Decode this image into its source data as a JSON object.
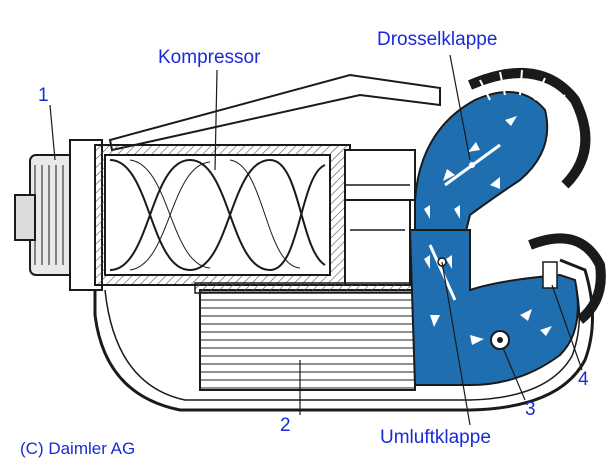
{
  "labels": {
    "kompressor": "Kompressor",
    "drosselklappe": "Drosselklappe",
    "umluftklappe": "Umluftklappe",
    "n1": "1",
    "n2": "2",
    "n3": "3",
    "n4": "4"
  },
  "copyright": "(C) Daimler AG",
  "colors": {
    "label": "#1a2bd6",
    "air_channel": "#1f6fb0",
    "outline": "#1a1a1a",
    "hatch": "#555555"
  },
  "icons": {
    "flow_arrow": "flow-arrow-icon"
  }
}
